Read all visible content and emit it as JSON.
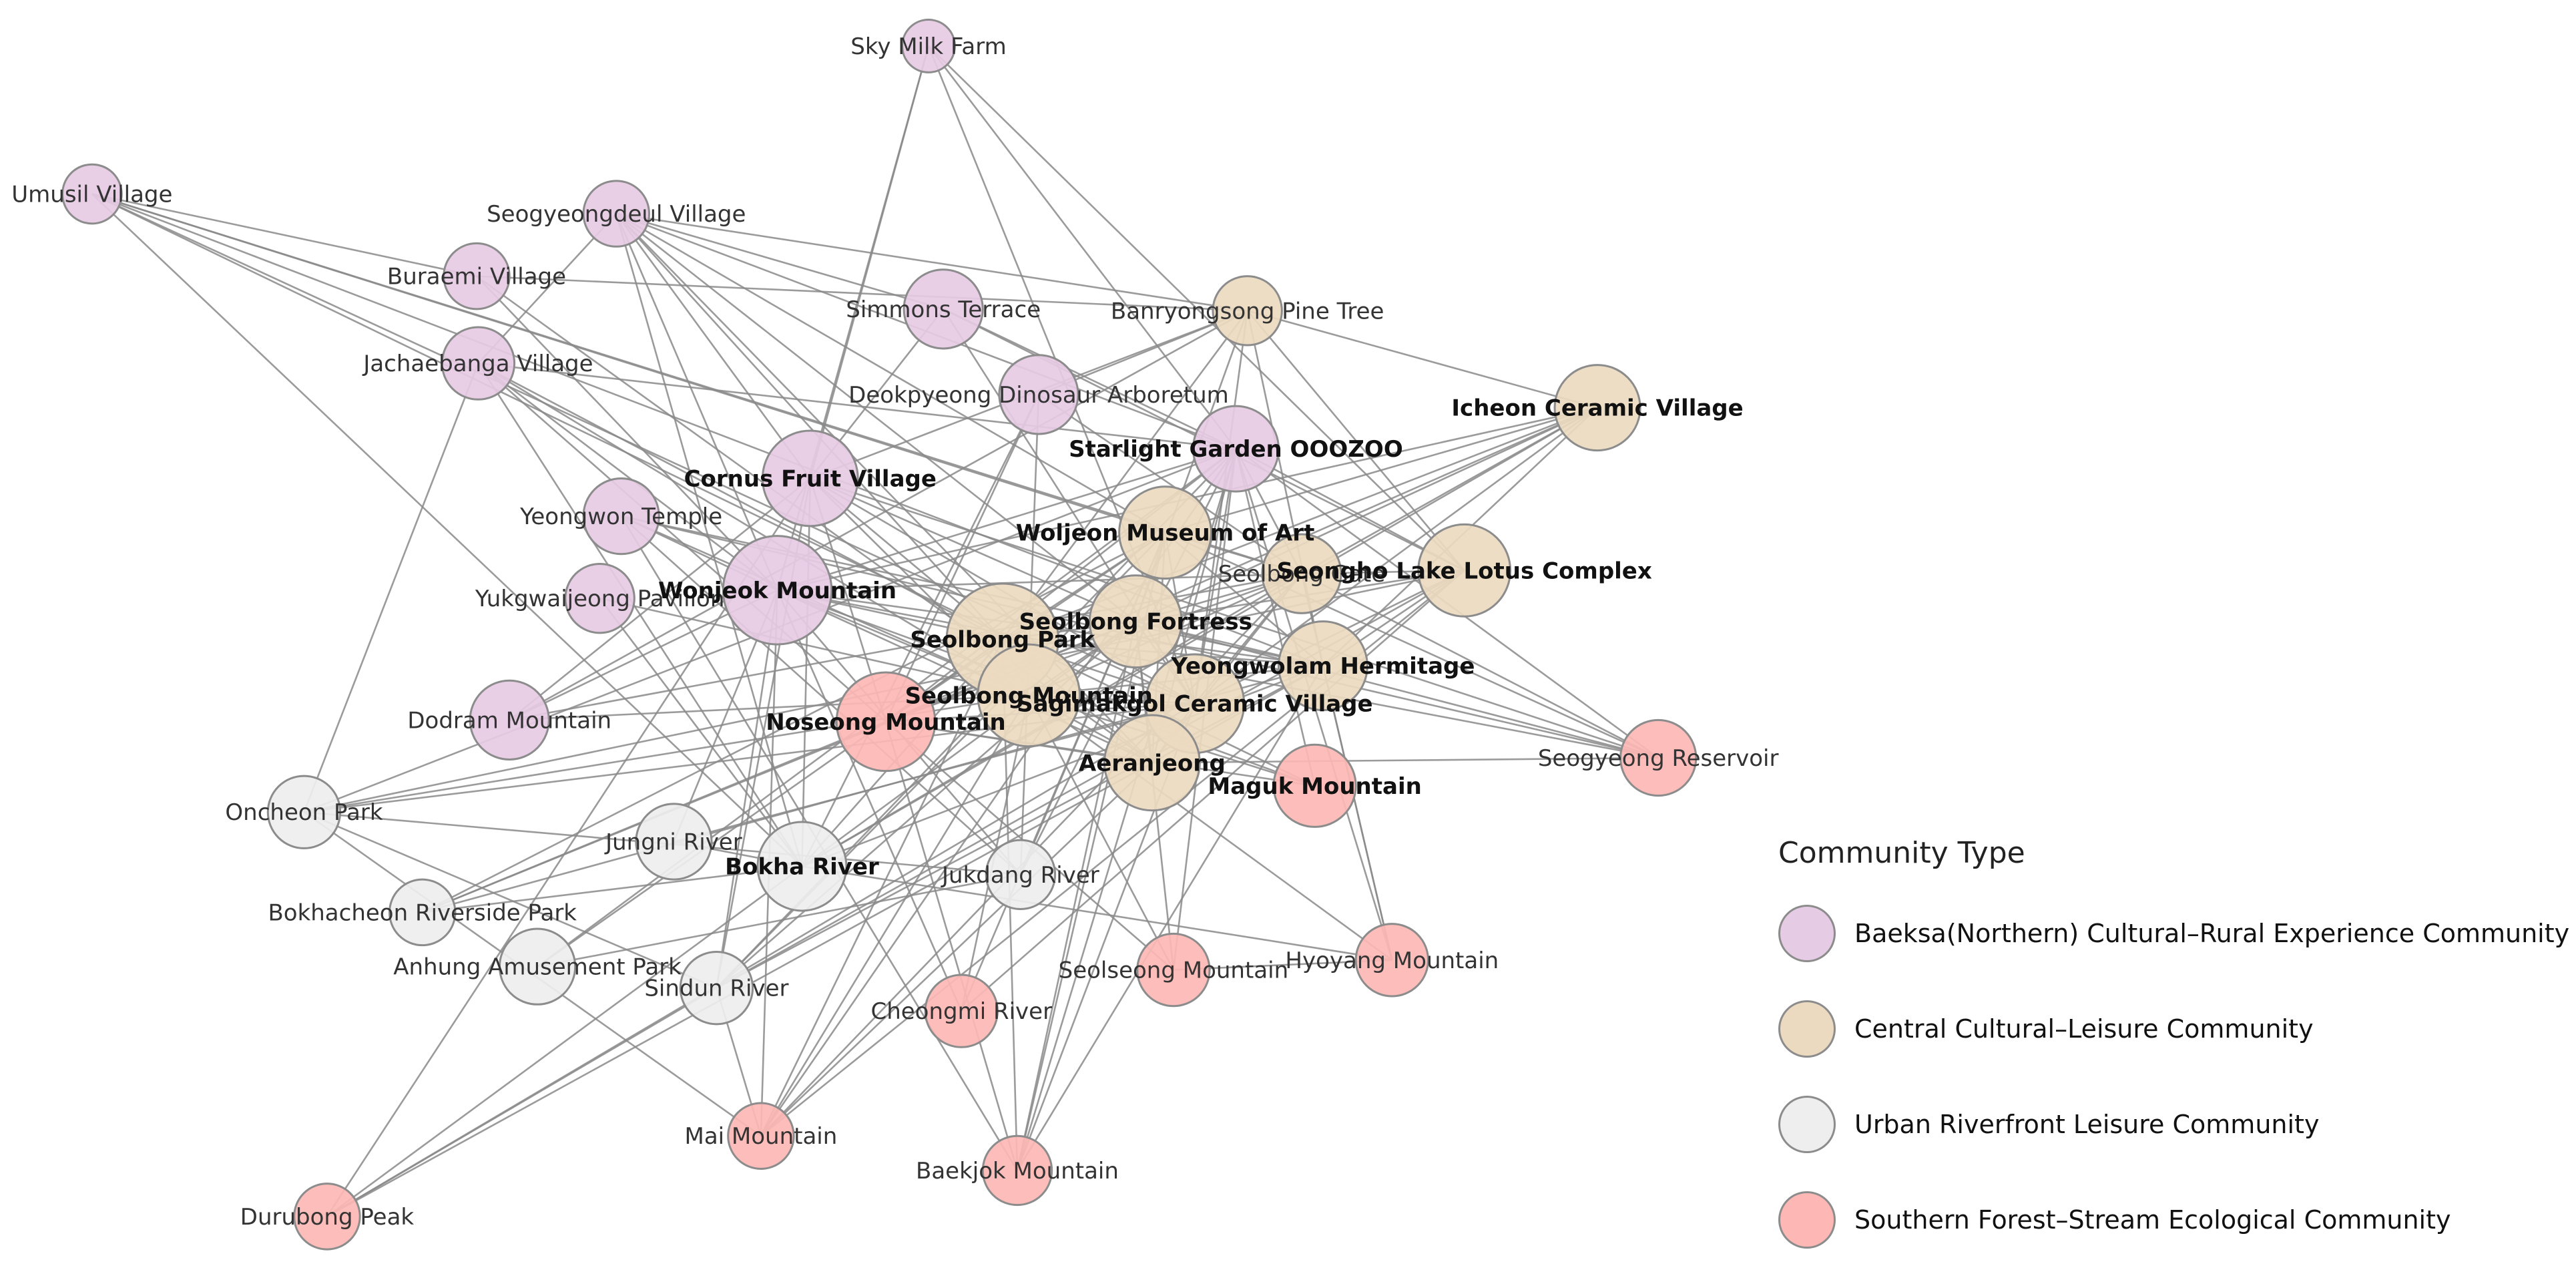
{
  "communities": [
    {
      "id": "north",
      "label": "Baeksa(Northern) Cultural–Rural Experience Community",
      "color": "#e6cbe4"
    },
    {
      "id": "central",
      "label": "Central Cultural–Leisure Community",
      "color": "#ecdac0"
    },
    {
      "id": "urban",
      "label": "Urban Riverfront Leisure Community",
      "color": "#eeeeee"
    },
    {
      "id": "south",
      "label": "Southern Forest–Stream Ecological Community",
      "color": "#fdb7b4"
    }
  ],
  "legend": {
    "title": "Community Type"
  },
  "nodes": [
    {
      "name": "Sky Milk Farm",
      "community": "north",
      "bold": false
    },
    {
      "name": "Umusil Village",
      "community": "north",
      "bold": false
    },
    {
      "name": "Seogyeongdeul Village",
      "community": "north",
      "bold": false
    },
    {
      "name": "Buraemi Village",
      "community": "north",
      "bold": false
    },
    {
      "name": "Jachaebanga Village",
      "community": "north",
      "bold": false
    },
    {
      "name": "Simmons Terrace",
      "community": "north",
      "bold": false
    },
    {
      "name": "Deokpyeong Dinosaur Arboretum",
      "community": "north",
      "bold": false
    },
    {
      "name": "Starlight Garden OOOZOO",
      "community": "north",
      "bold": true
    },
    {
      "name": "Cornus Fruit Village",
      "community": "north",
      "bold": true
    },
    {
      "name": "Yeongwon Temple",
      "community": "north",
      "bold": false
    },
    {
      "name": "Yukgwaijeong Pavilion",
      "community": "north",
      "bold": false
    },
    {
      "name": "Wonjeok Mountain",
      "community": "north",
      "bold": true
    },
    {
      "name": "Dodram Mountain",
      "community": "north",
      "bold": false
    },
    {
      "name": "Banryongsong Pine Tree",
      "community": "central",
      "bold": false
    },
    {
      "name": "Icheon Ceramic Village",
      "community": "central",
      "bold": true
    },
    {
      "name": "Woljeon Museum of Art",
      "community": "central",
      "bold": true
    },
    {
      "name": "Seolbong Gate",
      "community": "central",
      "bold": false
    },
    {
      "name": "Seongho Lake Lotus Complex",
      "community": "central",
      "bold": true
    },
    {
      "name": "Seolbong Fortress",
      "community": "central",
      "bold": true
    },
    {
      "name": "Seolbong Park",
      "community": "central",
      "bold": true
    },
    {
      "name": "Yeongwolam Hermitage",
      "community": "central",
      "bold": true
    },
    {
      "name": "Seolbong Mountain",
      "community": "central",
      "bold": true
    },
    {
      "name": "Sagimakgol Ceramic Village",
      "community": "central",
      "bold": true
    },
    {
      "name": "Aeranjeong",
      "community": "central",
      "bold": true
    },
    {
      "name": "Oncheon Park",
      "community": "urban",
      "bold": false
    },
    {
      "name": "Jungni River",
      "community": "urban",
      "bold": false
    },
    {
      "name": "Bokha River",
      "community": "urban",
      "bold": true
    },
    {
      "name": "Jukdang River",
      "community": "urban",
      "bold": false
    },
    {
      "name": "Bokhacheon Riverside Park",
      "community": "urban",
      "bold": false
    },
    {
      "name": "Anhung Amusement Park",
      "community": "urban",
      "bold": false
    },
    {
      "name": "Sindun River",
      "community": "urban",
      "bold": false
    },
    {
      "name": "Noseong Mountain",
      "community": "south",
      "bold": true
    },
    {
      "name": "Maguk Mountain",
      "community": "south",
      "bold": true
    },
    {
      "name": "Seogyeong Reservoir",
      "community": "south",
      "bold": false
    },
    {
      "name": "Seolseong Mountain",
      "community": "south",
      "bold": false
    },
    {
      "name": "Hyoyang Mountain",
      "community": "south",
      "bold": false
    },
    {
      "name": "Cheongmi River",
      "community": "south",
      "bold": false
    },
    {
      "name": "Mai Mountain",
      "community": "south",
      "bold": false
    },
    {
      "name": "Baekjok Mountain",
      "community": "south",
      "bold": false
    },
    {
      "name": "Durubong Peak",
      "community": "south",
      "bold": false
    }
  ]
}
